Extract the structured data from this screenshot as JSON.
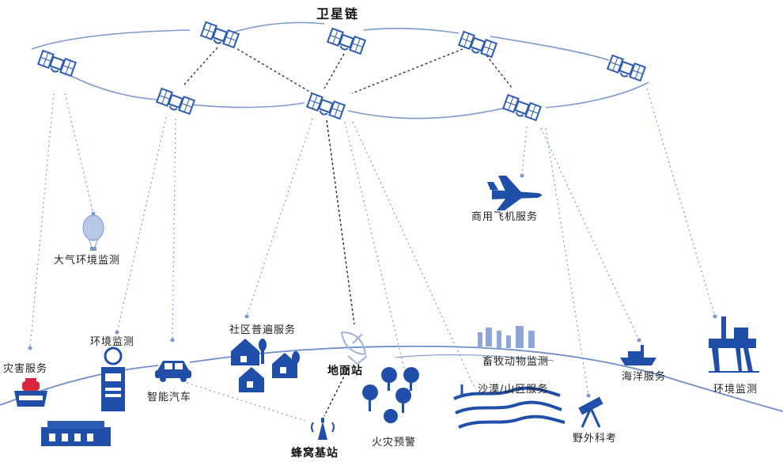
{
  "title": "卫星链",
  "labels": {
    "disaster_service": "灾害服务",
    "env_monitor_left": "环境监测",
    "atmos_monitor": "大气环境监测",
    "smart_car": "智能汽车",
    "community_service": "社区普遍服务",
    "ground_station": "地面站",
    "cellular_station": "蜂窝基站",
    "fire_warning": "火灾预警",
    "livestock_monitor": "畜牧动物监测",
    "desert_service": "沙漠/山区服务",
    "aviation_service": "商用飞机服务",
    "ocean_service": "海洋服务",
    "field_research": "野外科考",
    "env_monitor_right": "环境监测"
  },
  "colors": {
    "primary": "#1f4fa8",
    "line": "#7c97d1",
    "dark": "#333333",
    "light": "#b8c7e6"
  }
}
